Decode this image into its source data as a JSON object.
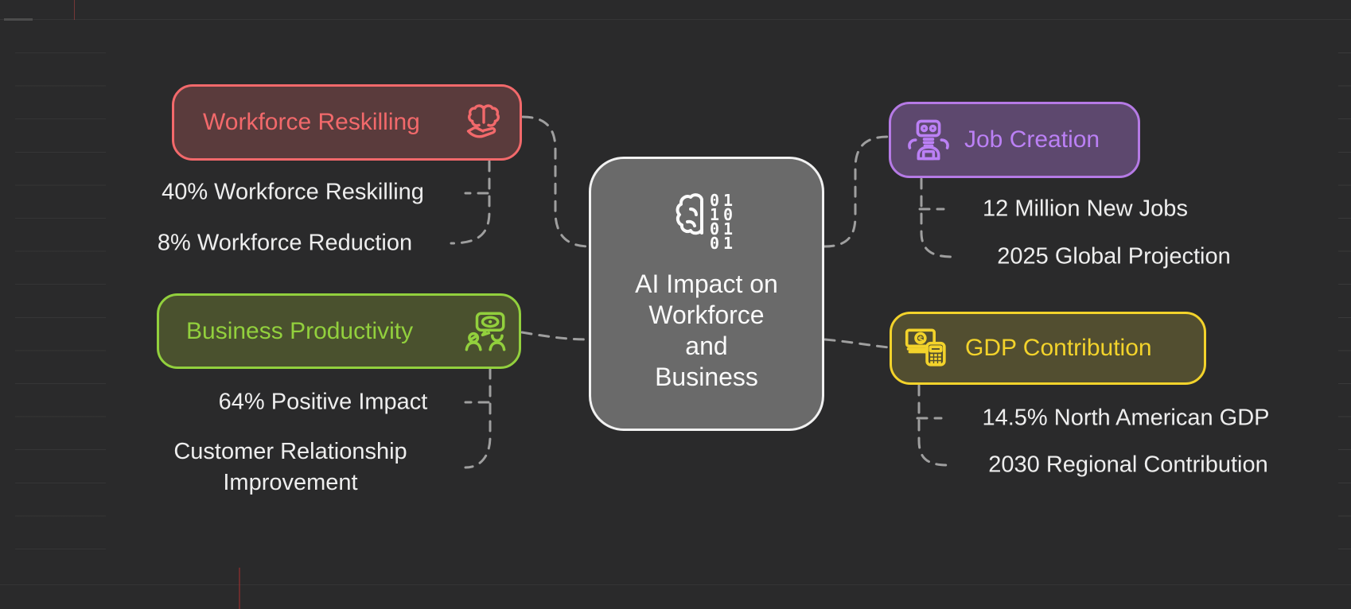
{
  "diagram": {
    "background_color": "#2a2a2b",
    "connector_color": "#9f9f9f",
    "center": {
      "icon": "brain-binary-icon",
      "binary_rows": [
        "01",
        "10",
        "01",
        "01"
      ],
      "title_lines": [
        "AI Impact on",
        "Workforce",
        "and",
        "Business"
      ]
    },
    "branches": [
      {
        "id": "workforce-reskilling",
        "label": "Workforce Reskilling",
        "icon": "brain-hand-icon",
        "accent": "#f2696b",
        "fill": "#5a3b3c",
        "children": [
          "40% Workforce Reskilling",
          "8% Workforce Reduction"
        ]
      },
      {
        "id": "business-productivity",
        "label": "Business Productivity",
        "icon": "presentation-audience-icon",
        "accent": "#92d03d",
        "fill": "#4a512e",
        "children": [
          "64% Positive Impact",
          "Customer Relationship Improvement"
        ]
      },
      {
        "id": "job-creation",
        "label": "Job Creation",
        "icon": "robot-icon",
        "accent": "#bb80f5",
        "fill": "#5d486e",
        "children": [
          "12 Million New Jobs",
          "2025 Global Projection"
        ]
      },
      {
        "id": "gdp-contribution",
        "label": "GDP Contribution",
        "icon": "money-calculator-icon",
        "accent": "#f3d32b",
        "fill": "#524e30",
        "children": [
          "14.5% North American GDP",
          "2030 Regional Contribution"
        ]
      }
    ]
  }
}
